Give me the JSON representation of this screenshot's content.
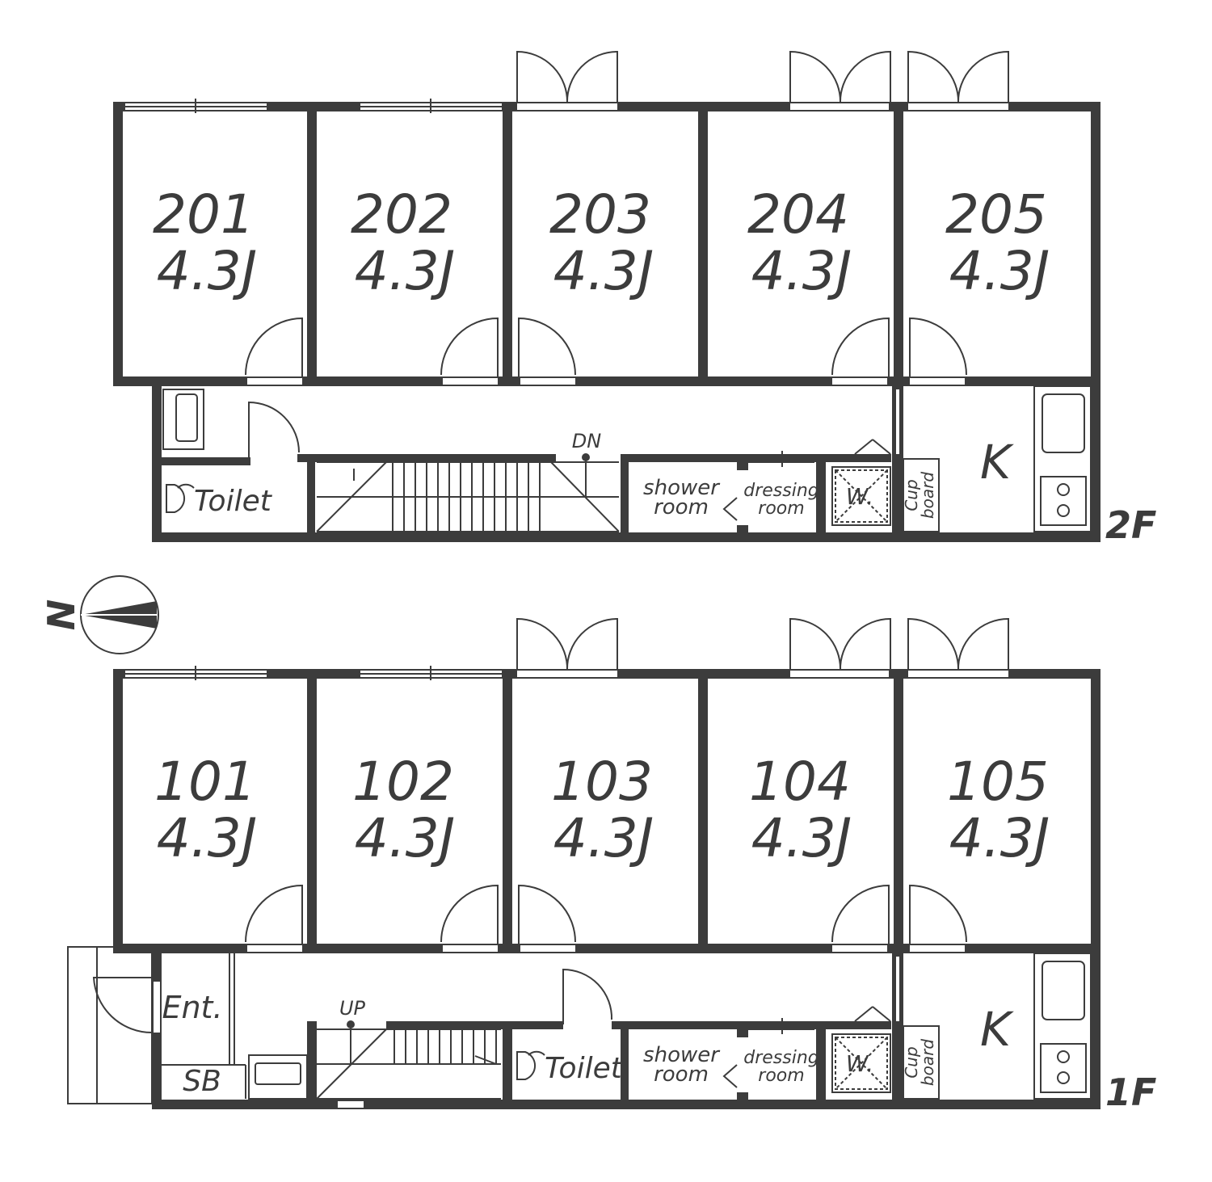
{
  "floors": [
    {
      "id": "2f",
      "label": "2F",
      "rooms": [
        {
          "number": "201",
          "size": "4.3J"
        },
        {
          "number": "202",
          "size": "4.3J"
        },
        {
          "number": "203",
          "size": "4.3J"
        },
        {
          "number": "204",
          "size": "4.3J"
        },
        {
          "number": "205",
          "size": "4.3J"
        }
      ],
      "stair_label": "DN",
      "toilet": "Toilet",
      "shower_line1": "shower",
      "shower_line2": "room",
      "dressing_line1": "dressing",
      "dressing_line2": "room",
      "washer": "W.",
      "cupboard_line1": "Cup",
      "cupboard_line2": "board",
      "kitchen": "K"
    },
    {
      "id": "1f",
      "label": "1F",
      "rooms": [
        {
          "number": "101",
          "size": "4.3J"
        },
        {
          "number": "102",
          "size": "4.3J"
        },
        {
          "number": "103",
          "size": "4.3J"
        },
        {
          "number": "104",
          "size": "4.3J"
        },
        {
          "number": "105",
          "size": "4.3J"
        }
      ],
      "stair_label": "UP",
      "toilet": "Toilet",
      "entrance": "Ent.",
      "shoe_box": "SB",
      "shower_line1": "shower",
      "shower_line2": "room",
      "dressing_line1": "dressing",
      "dressing_line2": "room",
      "washer": "W.",
      "cupboard_line1": "Cup",
      "cupboard_line2": "board",
      "kitchen": "K"
    }
  ],
  "compass": {
    "letter": "N"
  },
  "colors": {
    "wall": "#3c3c3c",
    "background": "#ffffff"
  }
}
